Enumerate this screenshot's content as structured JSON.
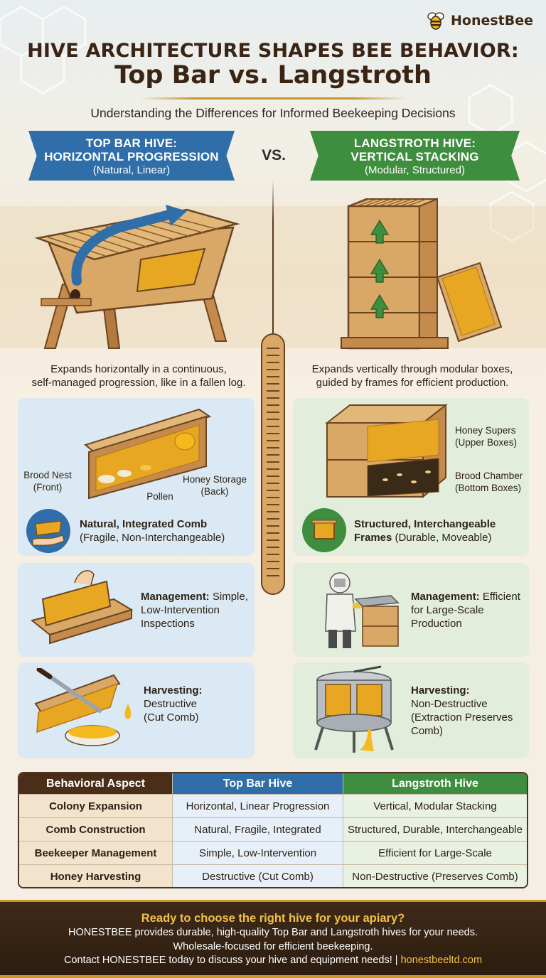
{
  "brand": {
    "name": "HonestBee",
    "icon": "bee-icon"
  },
  "header": {
    "title_line1": "HIVE ARCHITECTURE SHAPES BEE BEHAVIOR:",
    "title_line2": "Top Bar vs. Langstroth",
    "subtitle": "Understanding the Differences for Informed Beekeeping Decisions"
  },
  "left": {
    "banner_title_1": "TOP BAR HIVE:",
    "banner_title_2": "HORIZONTAL PROGRESSION",
    "banner_sub": "(Natural, Linear)",
    "caption_1": "Expands horizontally in a continuous,",
    "caption_2": "self-managed progression, like in a fallen log.",
    "comb_labels": {
      "brood": "Brood Nest\n(Front)",
      "pollen": "Pollen",
      "honey": "Honey Storage\n(Back)"
    },
    "comb_title": "Natural, Integrated Comb",
    "comb_sub": "(Fragile, Non-Interchangeable)",
    "management_bold": "Management:",
    "management_text_1": " Simple,",
    "management_text_2": "Low-Intervention",
    "management_text_3": "Inspections",
    "harvest_bold": "Harvesting:",
    "harvest_text_1": "Destructive",
    "harvest_text_2": "(Cut Comb)"
  },
  "vs": "VS.",
  "right": {
    "banner_title_1": "LANGSTROTH HIVE:",
    "banner_title_2": "VERTICAL STACKING",
    "banner_sub": "(Modular, Structured)",
    "caption_1": "Expands vertically through modular boxes,",
    "caption_2": "guided by frames for efficient production.",
    "box_labels": {
      "supers_1": "Honey Supers",
      "supers_2": "(Upper Boxes)",
      "brood_1": "Brood Chamber",
      "brood_2": "(Bottom Boxes)"
    },
    "frame_title_1": "Structured, Interchangeable",
    "frame_title_2": "Frames",
    "frame_sub": " (Durable, Moveable)",
    "management_bold": "Management:",
    "management_text_1": " Efficient",
    "management_text_2": "for Large-Scale",
    "management_text_3": "Production",
    "harvest_bold": "Harvesting:",
    "harvest_text_1": "Non-Destructive",
    "harvest_text_2": "(Extraction Preserves",
    "harvest_text_3": "Comb)"
  },
  "table": {
    "headers": [
      "Behavioral Aspect",
      "Top Bar Hive",
      "Langstroth Hive"
    ],
    "rows": [
      [
        "Colony Expansion",
        "Horizontal, Linear Progression",
        "Vertical, Modular Stacking"
      ],
      [
        "Comb Construction",
        "Natural, Fragile, Integrated",
        "Structured, Durable, Interchangeable"
      ],
      [
        "Beekeeper Management",
        "Simple, Low-Intervention",
        "Efficient for Large-Scale"
      ],
      [
        "Honey Harvesting",
        "Destructive (Cut Comb)",
        "Non-Destructive (Preserves Comb)"
      ]
    ]
  },
  "footer": {
    "cta": "Ready to choose the right hive for your apiary?",
    "line1": "HONESTBEE provides durable, high-quality Top Bar and Langstroth hives for your needs.",
    "line2": "Wholesale-focused for efficient beekeeping.",
    "contact": "Contact HONESTBEE today to discuss your hive and equipment needs! | ",
    "link": "honestbeeltd.com"
  },
  "colors": {
    "top_bar_blue": "#2f6ea8",
    "langstroth_green": "#3f8d3e",
    "title_brown": "#3a2414",
    "honey_gold": "#e8a722",
    "wood": "#d9a867"
  }
}
